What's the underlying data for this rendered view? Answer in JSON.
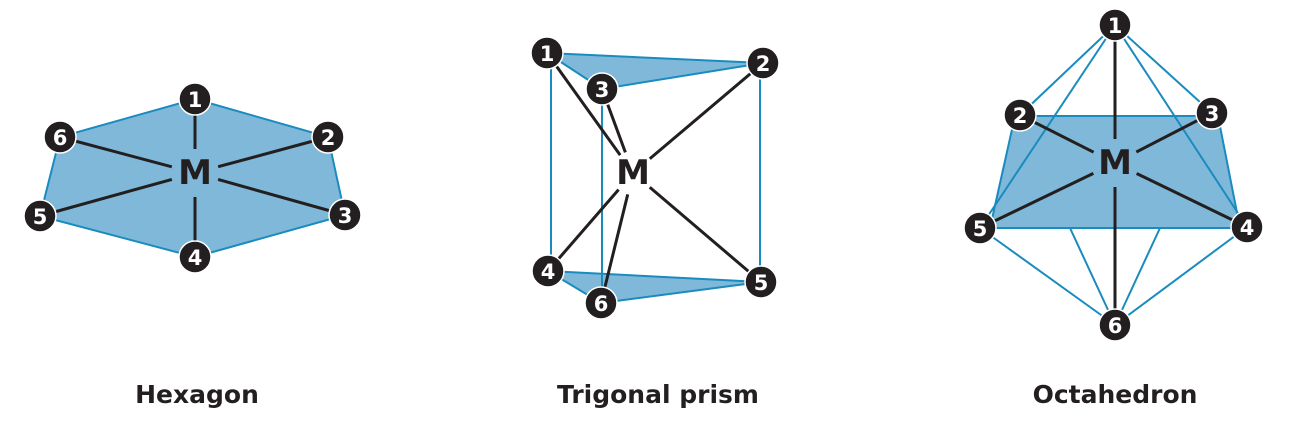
{
  "colors": {
    "face": "#7fb8d8",
    "edge": "#1a8bbf",
    "bond": "#231f20"
  },
  "metal_label": "M",
  "node_labels": [
    "1",
    "2",
    "3",
    "4",
    "5",
    "6"
  ],
  "geometries": [
    {
      "name": "hexagon",
      "caption": "Hexagon"
    },
    {
      "name": "trigonal-prism",
      "caption": "Trigonal prism"
    },
    {
      "name": "octahedron",
      "caption": "Octahedron"
    }
  ]
}
